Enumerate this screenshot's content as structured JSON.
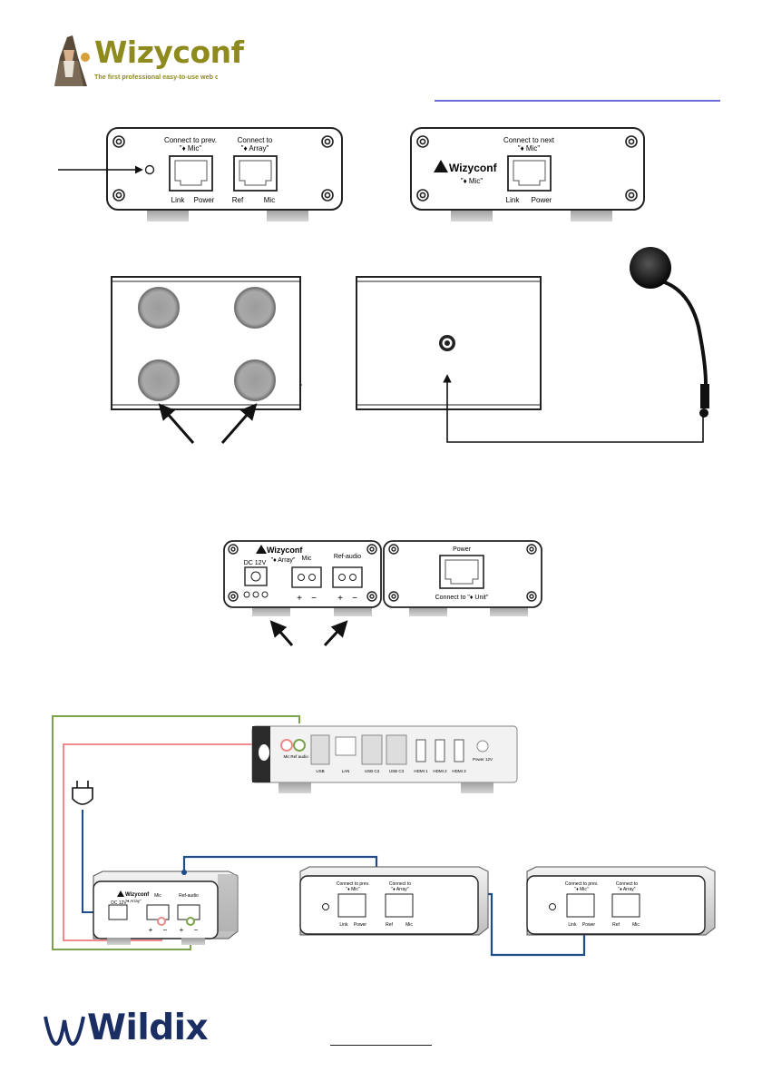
{
  "header": {
    "brand": "Wizyconf",
    "tagline": "The first professional easy-to-use web conferenc"
  },
  "mic_unit_back": {
    "left_port_label": "Connect to prev.",
    "left_port_sub": "\"♦ Mic\"",
    "left_port_pins": [
      "Link",
      "Power"
    ],
    "right_port_label": "Connect to",
    "right_port_sub": "\"♦ Array\"",
    "right_port_pins": [
      "Ref",
      "Mic"
    ]
  },
  "mic_unit_front": {
    "brand": "Wizyconf",
    "model": "\"♦ Mic\"",
    "port_label": "Connect to next",
    "port_sub": "\"♦ Mic\"",
    "port_pins": [
      "Link",
      "Power"
    ]
  },
  "array_unit": {
    "brand": "Wizyconf",
    "model": "\"♦ Array\"",
    "dc_label": "DC 12V",
    "mic_label": "Mic",
    "ref_label": "Ref-audio",
    "plus": "+",
    "minus": "−",
    "power_label": "Power",
    "connect_label": "Connect to \"♦ Unit\""
  },
  "pc_unit": {
    "labels": [
      "Mic",
      "Ref audio",
      "USB",
      "LAN",
      "USB C3",
      "USB C3",
      "HDMI 1",
      "HDMI 2",
      "HDMI 3",
      "Power 12V"
    ]
  },
  "bottom_array": {
    "brand": "Wizyconf",
    "model": "\"♦ Array\"",
    "dc_label": "DC 12V",
    "mic_label": "Mic",
    "ref_label": "Ref-audio",
    "plus": "+",
    "minus": "−"
  },
  "bottom_mic1": {
    "left_label": "Connect to prev.",
    "left_sub": "\"♦ Mic\"",
    "right_label": "Connect to",
    "right_sub": "\"♦ Array\"",
    "pins": [
      "Link",
      "Power",
      "Ref",
      "Mic"
    ]
  },
  "bottom_mic2": {
    "left_label": "Connect to prev.",
    "left_sub": "\"♦ Mic\"",
    "right_label": "Connect to",
    "right_sub": "\"♦ Array\"",
    "pins": [
      "Link",
      "Power",
      "Ref",
      "Mic"
    ]
  },
  "footer": {
    "brand": "Wildix"
  },
  "colors": {
    "green": "#7aa34a",
    "red": "#ef8a8a",
    "blue": "#1d4d86",
    "brand_olive": "#8f8a1e",
    "wildix_navy": "#1b2e63"
  }
}
